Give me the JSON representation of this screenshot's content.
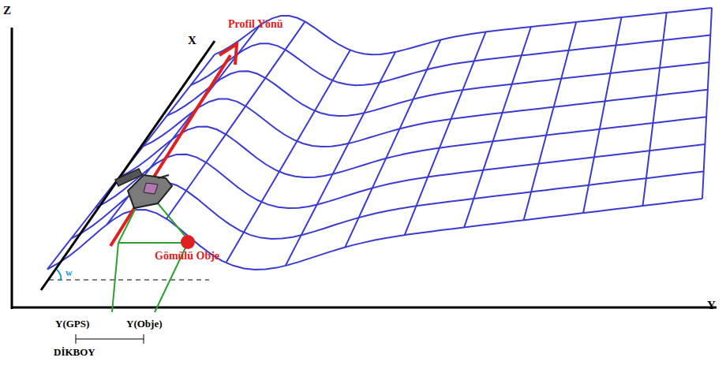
{
  "diagram": {
    "labels": [
      "Z",
      "X",
      "Profil Yönü",
      "Gömülü Obje",
      "w",
      "Y",
      "Y(GPS)",
      "Y(Obje)",
      "DİKBOY"
    ]
  }
}
